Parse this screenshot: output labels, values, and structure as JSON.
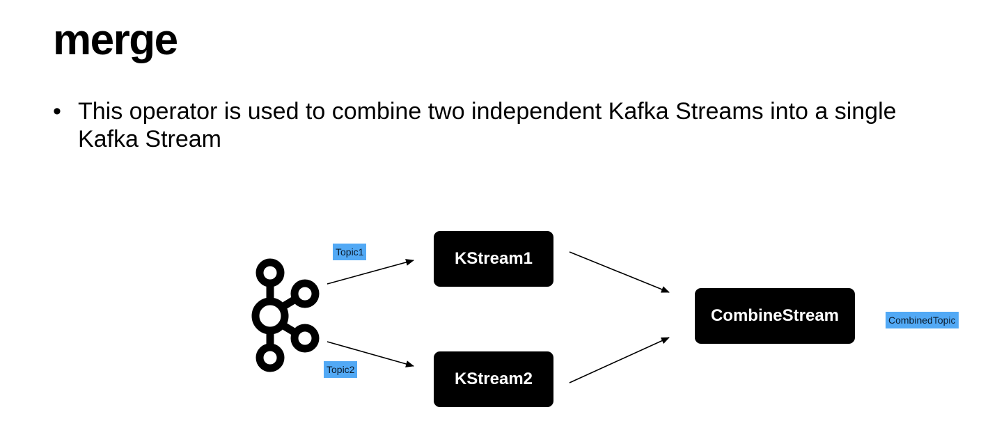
{
  "slide": {
    "title": "merge",
    "bullet": "This operator is used to combine two independent Kafka Streams into a single Kafka Stream",
    "bullet_marker": "•"
  },
  "diagram": {
    "source_icon": "kafka-logo-icon",
    "nodes": {
      "kstream1": "KStream1",
      "kstream2": "KStream2",
      "combine": "CombineStream"
    },
    "topics": {
      "topic1": "Topic1",
      "topic2": "Topic2",
      "combined": "CombinedTopic"
    },
    "colors": {
      "node_fill": "#000000",
      "node_text": "#ffffff",
      "topic_fill": "#52a9f5",
      "arrow": "#000000"
    }
  }
}
